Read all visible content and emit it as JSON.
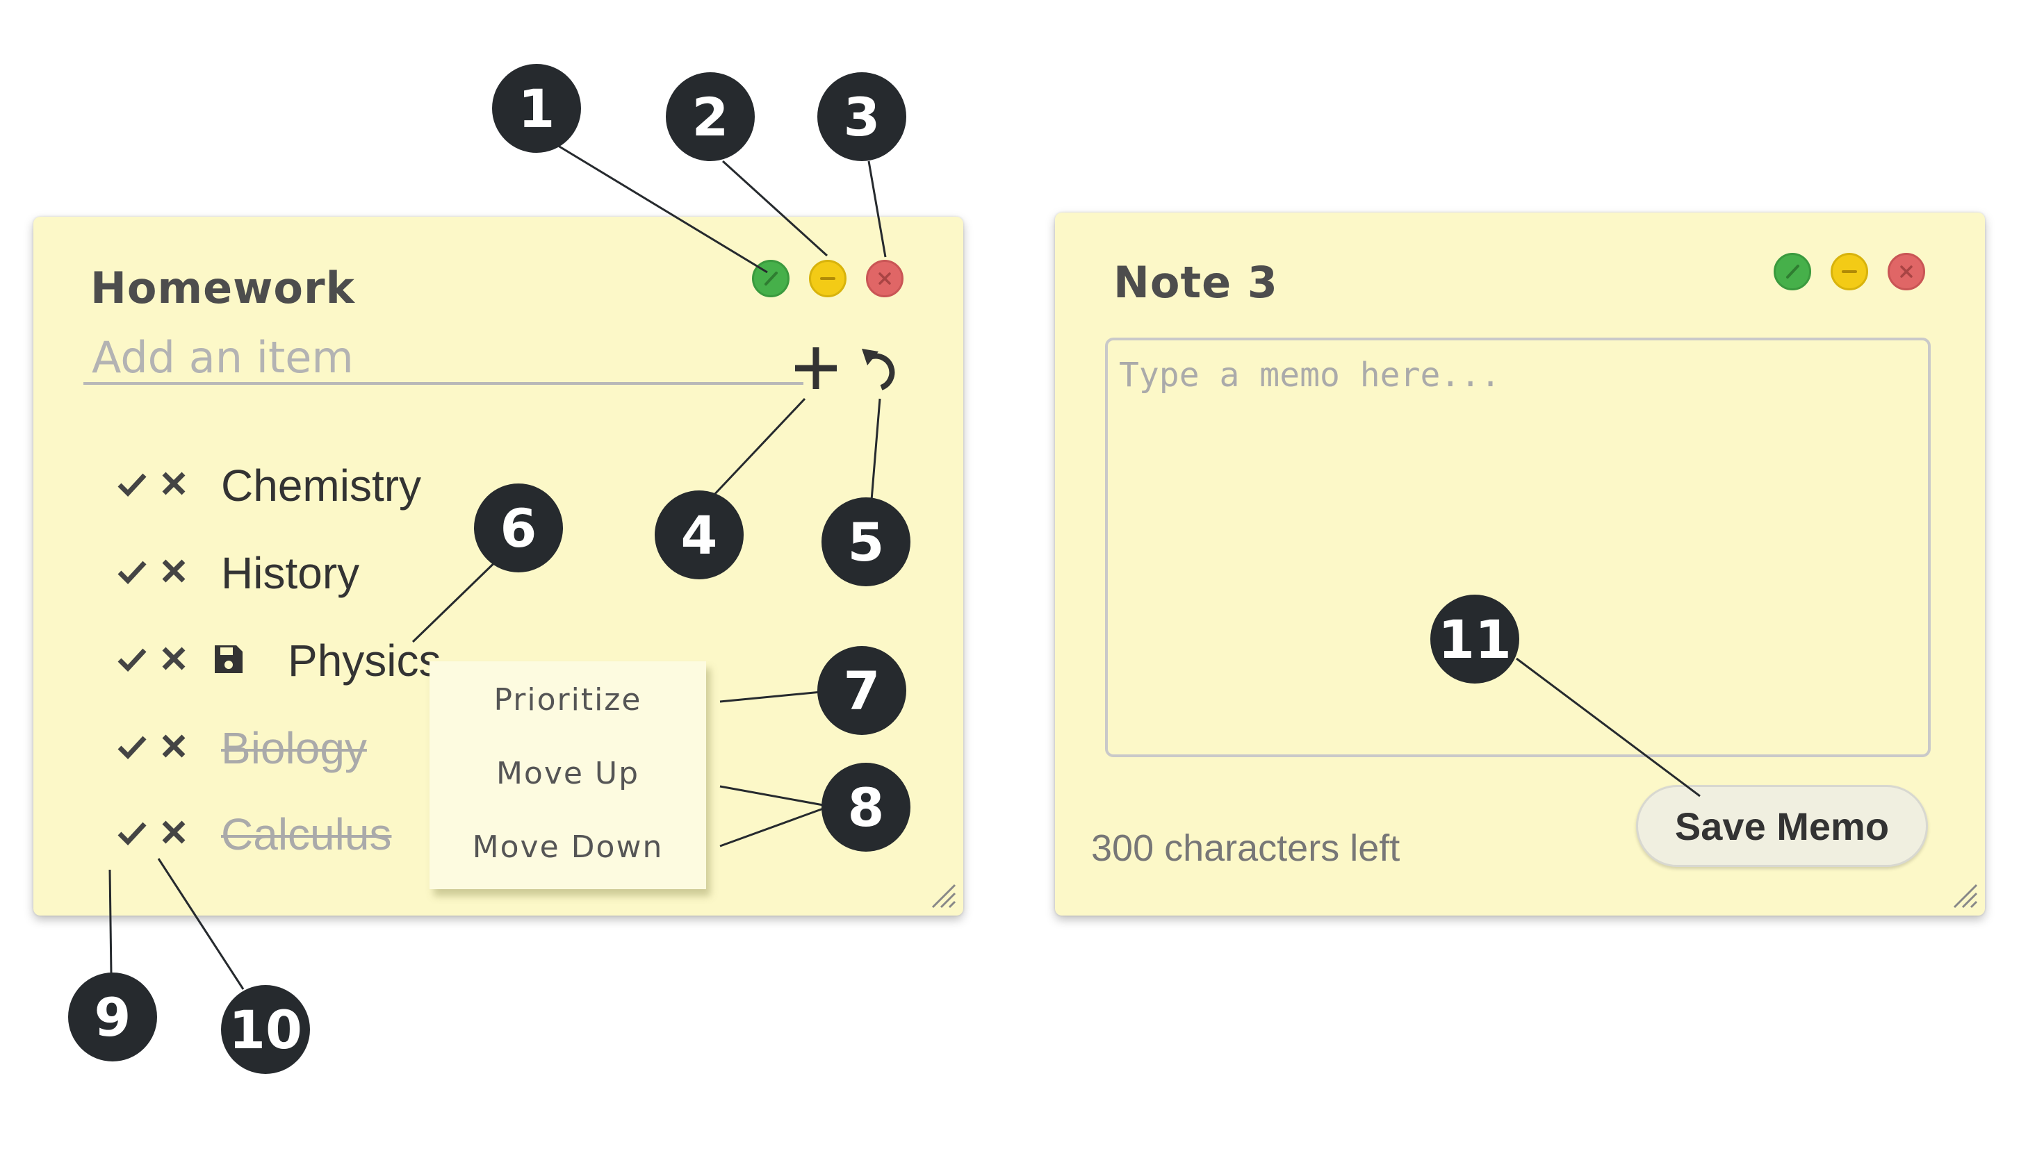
{
  "notes": [
    {
      "title": "Homework",
      "input_placeholder": "Add an item",
      "window_buttons": [
        "green-edit",
        "yellow-minimize",
        "red-close"
      ],
      "tools": [
        "plus-icon",
        "undo-icon"
      ],
      "items": [
        {
          "label": "Chemistry",
          "done": false
        },
        {
          "label": "History",
          "done": false
        },
        {
          "label": "Physics",
          "done": false,
          "saved_icon": "floppy-disk-icon"
        },
        {
          "label": "Biology",
          "done": true
        },
        {
          "label": "Calculus",
          "done": true
        }
      ],
      "context_menu": [
        "Prioritize",
        "Move Up",
        "Move Down"
      ]
    },
    {
      "title": "Note 3",
      "memo_placeholder": "Type a memo here...",
      "chars_left": "300 characters left",
      "save_label": "Save Memo"
    }
  ],
  "callouts": [
    "1",
    "2",
    "3",
    "4",
    "5",
    "6",
    "7",
    "8",
    "9",
    "10",
    "11"
  ],
  "colors": {
    "note_bg": "#fcf8c8",
    "green": "#46b04a",
    "yellow": "#f3cb16",
    "red": "#e06666",
    "callout_bg": "#262a2e"
  }
}
